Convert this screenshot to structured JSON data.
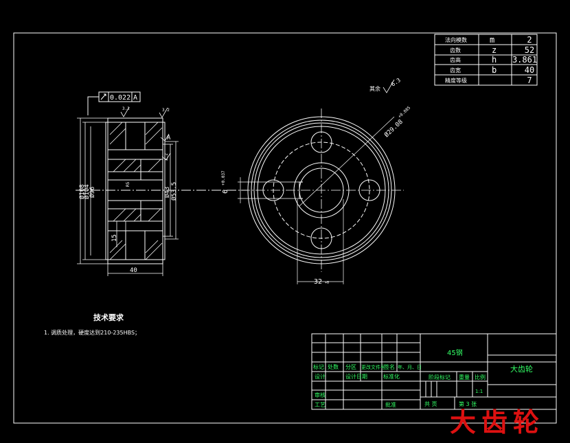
{
  "params_table": {
    "rows": [
      {
        "name": "法向模数",
        "symbol": "m",
        "value": "2"
      },
      {
        "name": "齿数",
        "symbol": "z",
        "value": "52"
      },
      {
        "name": "齿高",
        "symbol": "h",
        "value": "3.861"
      },
      {
        "name": "齿宽",
        "symbol": "b",
        "value": "40"
      },
      {
        "name": "精度等级",
        "symbol": "",
        "value": "7"
      }
    ]
  },
  "side_view": {
    "runout_value": "0.022",
    "runout_datum": "A",
    "datum_label": "A",
    "dims": {
      "od_outer": "Ø108",
      "od_root": "Ø104",
      "od_hub": "Ø96",
      "bore1": "Ø43",
      "bore2": "Ø53.5",
      "web": "15",
      "width": "40",
      "chamfer_r": "R5",
      "rough1": "3.2",
      "rough2": "3.2",
      "rough3": "3.2"
    }
  },
  "front_view": {
    "roughness_note": "其余",
    "roughness_value": "6.3",
    "keyway_dim": "6",
    "keyway_tol": "+0.037",
    "bore_dim": "Ø29.08",
    "bore_tol": "+0.085",
    "slot_width": "32",
    "slot_tol": "+0"
  },
  "requirements": {
    "title": "技术要求",
    "item1": "1. 调质处理，硬度达到210-235HBS；"
  },
  "title_block": {
    "material": "45钢",
    "part_name": "大齿轮",
    "h_mark": "标记",
    "h_count": "处数",
    "h_zone": "分区",
    "h_change": "更改文件号",
    "h_sign": "签名",
    "h_date": "年、月、日",
    "designer": "设计",
    "std": "标准化",
    "standardize": "设计日期",
    "stage_mark": "阶段标记",
    "weight": "重量",
    "scale": "比例",
    "scale_value": "1:1",
    "reviewer": "审核",
    "process": "工艺",
    "approve": "批准",
    "sheets": "共 页",
    "sheet_of": "第 3 张"
  },
  "watermark": "大齿轮"
}
